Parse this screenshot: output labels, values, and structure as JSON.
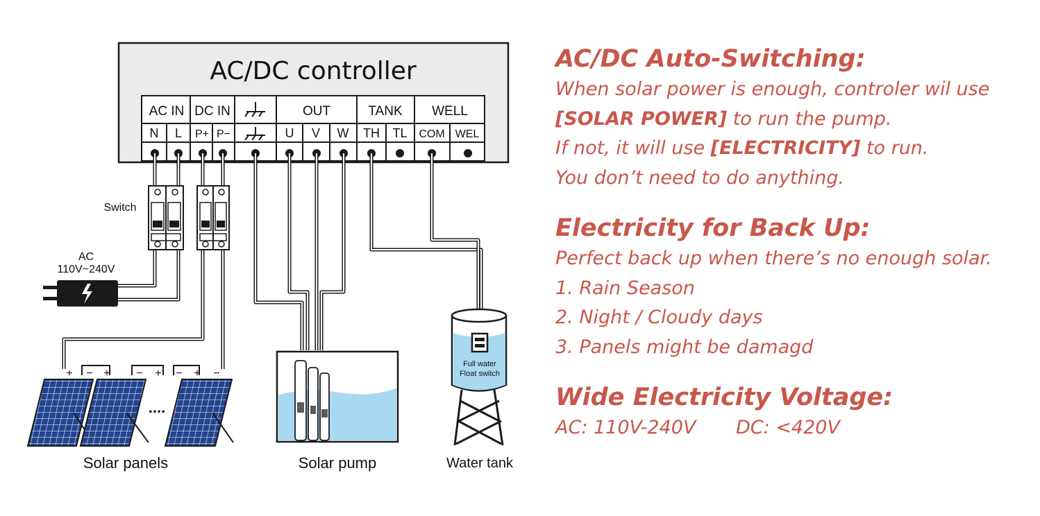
{
  "controller": {
    "title": "AC/DC controller",
    "groups": [
      "AC IN",
      "DC IN",
      "OUT",
      "TANK",
      "WELL"
    ],
    "terminals": [
      "N",
      "L",
      "P+",
      "P−",
      "U",
      "V",
      "W",
      "TH",
      "TL",
      "COM",
      "WEL"
    ]
  },
  "labels": {
    "switch": "Switch",
    "ac": "AC",
    "ac_range": "110V~240V",
    "panels": "Solar panels",
    "pump": "Solar pump",
    "tank": "Water tank",
    "float1": "Full water",
    "float2": "Float switch",
    "dots": "....",
    "plus": "+",
    "minus": "−"
  },
  "info": {
    "s1_title": "AC/DC Auto-Switching:",
    "s1_l1": "When solar power is enough, controler wil use",
    "s1_l2_bold": "[SOLAR POWER]",
    "s1_l2_rest": " to run the pump.",
    "s1_l3_a": "If not, it will use ",
    "s1_l3_bold": "[ELECTRICITY]",
    "s1_l3_c": " to run.",
    "s1_l4": "You don’t need to do anything.",
    "s2_title": "Electricity for Back Up:",
    "s2_l1": "Perfect back up when there’s no enough solar.",
    "s2_l2": "1. Rain Season",
    "s2_l3": "2. Night / Cloudy days",
    "s2_l4": "3. Panels might be damagd",
    "s3_title": "Wide Electricity Voltage:",
    "s3_ac": "AC: 110V-240V",
    "s3_dc": "DC: <420V"
  },
  "colors": {
    "accent": "#c9574b",
    "panel": "#22448e",
    "water": "#a9d9f1",
    "box": "#ebebeb"
  }
}
